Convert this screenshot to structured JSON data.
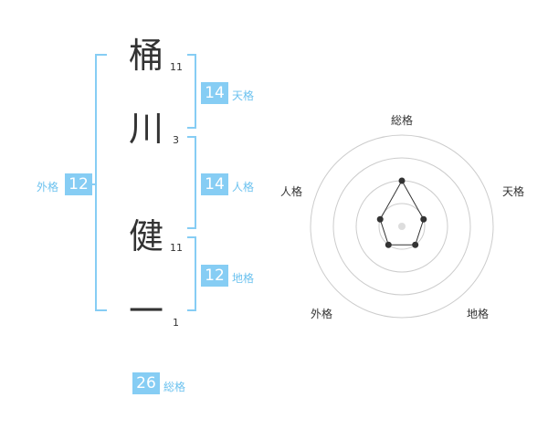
{
  "name": {
    "chars": [
      {
        "char": "桶",
        "strokes": "11"
      },
      {
        "char": "川",
        "strokes": "3"
      },
      {
        "char": "健",
        "strokes": "11"
      },
      {
        "char": "一",
        "strokes": "1"
      }
    ]
  },
  "kaku": {
    "ten": {
      "value": "14",
      "label": "天格"
    },
    "jin": {
      "value": "14",
      "label": "人格"
    },
    "chi": {
      "value": "12",
      "label": "地格"
    },
    "gai": {
      "value": "12",
      "label": "外格"
    },
    "sou": {
      "value": "26",
      "label": "総格"
    }
  },
  "radar": {
    "axes": [
      "総格",
      "天格",
      "地格",
      "外格",
      "人格"
    ],
    "levels": 4,
    "max": 4,
    "values": [
      2,
      1,
      1,
      1,
      1
    ],
    "colors": {
      "ring": "#cccccc",
      "line": "#333333",
      "point": "#333333",
      "center": "#dddddd"
    }
  }
}
